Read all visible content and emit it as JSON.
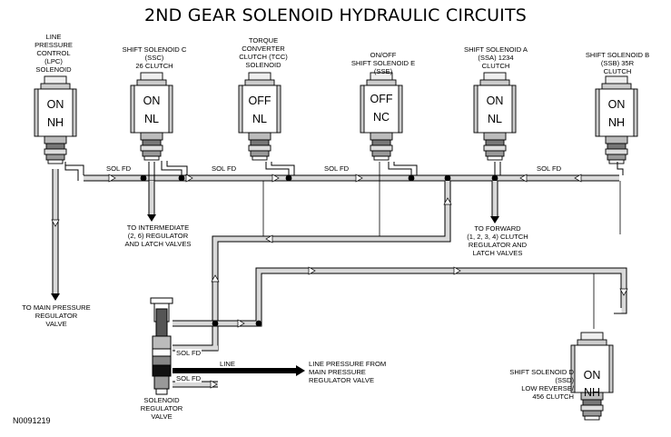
{
  "title": "2ND GEAR SOLENOID HYDRAULIC CIRCUITS",
  "solenoids": {
    "lpc": {
      "name_lines": [
        "LINE",
        "PRESSURE",
        "CONTROL",
        "(LPC)",
        "SOLENOID"
      ],
      "state_top": "ON",
      "state_bottom": "NH"
    },
    "ssc": {
      "name_lines": [
        "SHIFT SOLENOID C",
        "(SSC)",
        "26 CLUTCH"
      ],
      "state_top": "ON",
      "state_bottom": "NL"
    },
    "tcc": {
      "name_lines": [
        "TORQUE",
        "CONVERTER",
        "CLUTCH (TCC)",
        "SOLENOID"
      ],
      "state_top": "OFF",
      "state_bottom": "NL"
    },
    "sse": {
      "name_lines": [
        "ON/OFF",
        "SHIFT SOLENOID E",
        "(SSE)"
      ],
      "state_top": "OFF",
      "state_bottom": "NC"
    },
    "ssa": {
      "name_lines": [
        "SHIFT SOLENOID A",
        "(SSA) 1234",
        "CLUTCH"
      ],
      "state_top": "ON",
      "state_bottom": "NL"
    },
    "ssb": {
      "name_lines": [
        "SHIFT SOLENOID B",
        "(SSB) 35R",
        "CLUTCH"
      ],
      "state_top": "ON",
      "state_bottom": "NH"
    },
    "ssd": {
      "name_lines": [
        "SHIFT SOLENOID D",
        "(SSD)",
        "LOW REVERSE/",
        "456 CLUTCH"
      ],
      "state_top": "ON",
      "state_bottom": "NH"
    }
  },
  "pipe_labels": {
    "sol_fd": "SOL FD",
    "line": "LINE"
  },
  "destinations": {
    "intermediate": [
      "TO INTERMEDIATE",
      "(2, 6) REGULATOR",
      "AND LATCH VALVES"
    ],
    "forward": [
      "TO FORWARD",
      "(1, 2, 3, 4) CLUTCH",
      "REGULATOR AND",
      "LATCH VALVES"
    ],
    "main_pressure": [
      "TO MAIN PRESSURE",
      "REGULATOR",
      "VALVE"
    ],
    "line_pressure_from": [
      "LINE PRESSURE FROM",
      "MAIN PRESSURE",
      "REGULATOR VALVE"
    ]
  },
  "solenoid_regulator": [
    "SOLENOID",
    "REGULATOR",
    "VALVE"
  ],
  "doc_id": "N0091219"
}
